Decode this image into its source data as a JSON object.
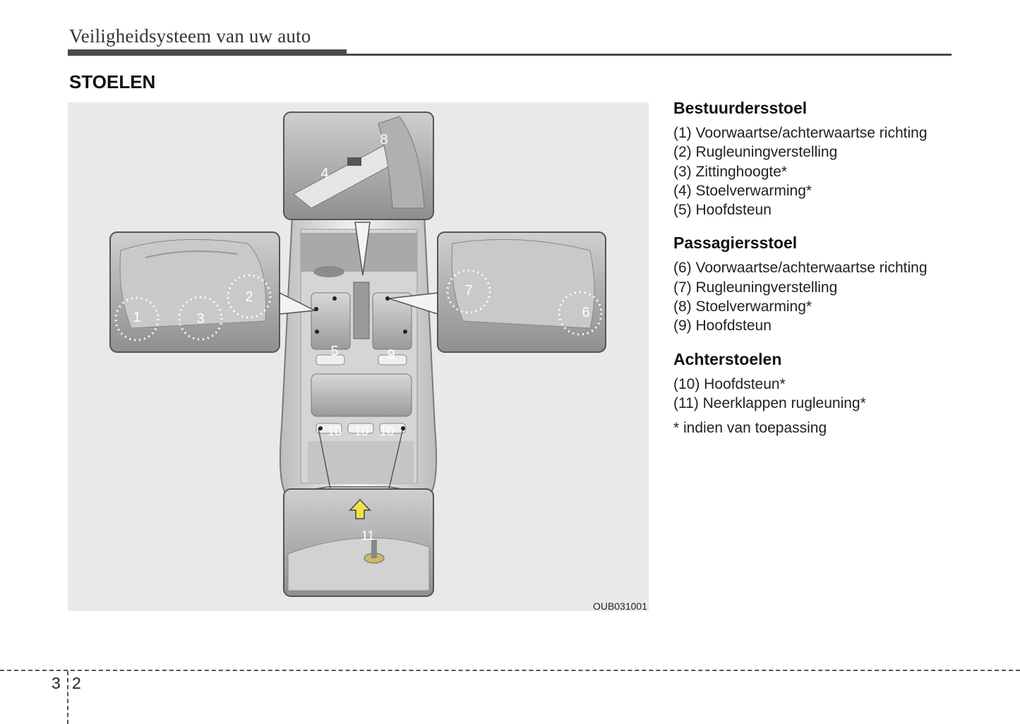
{
  "header": {
    "title": "Veiligheidsysteem van uw auto"
  },
  "section": {
    "title": "STOELEN"
  },
  "figure": {
    "code": "OUB031001",
    "callouts": [
      "1",
      "2",
      "3",
      "4",
      "5",
      "6",
      "7",
      "8",
      "9",
      "10",
      "10",
      "10",
      "11"
    ]
  },
  "legend": {
    "driver": {
      "heading": "Bestuurdersstoel",
      "items": [
        "(1) Voorwaartse/achterwaartse richting",
        "(2) Rugleuningverstelling",
        "(3) Zittinghoogte*",
        "(4) Stoelverwarming*",
        "(5) Hoofdsteun"
      ]
    },
    "passenger": {
      "heading": "Passagiersstoel",
      "items": [
        "(6) Voorwaartse/achterwaartse richting",
        "(7) Rugleuningverstelling",
        "(8) Stoelverwarming*",
        "(9) Hoofdsteun"
      ]
    },
    "rear": {
      "heading": "Achterstoelen",
      "items": [
        "(10) Hoofdsteun*",
        "(11) Neerklappen rugleuning*"
      ]
    },
    "note": "* indien van toepassing"
  },
  "footer": {
    "page_left": "3",
    "page_right": "2"
  }
}
